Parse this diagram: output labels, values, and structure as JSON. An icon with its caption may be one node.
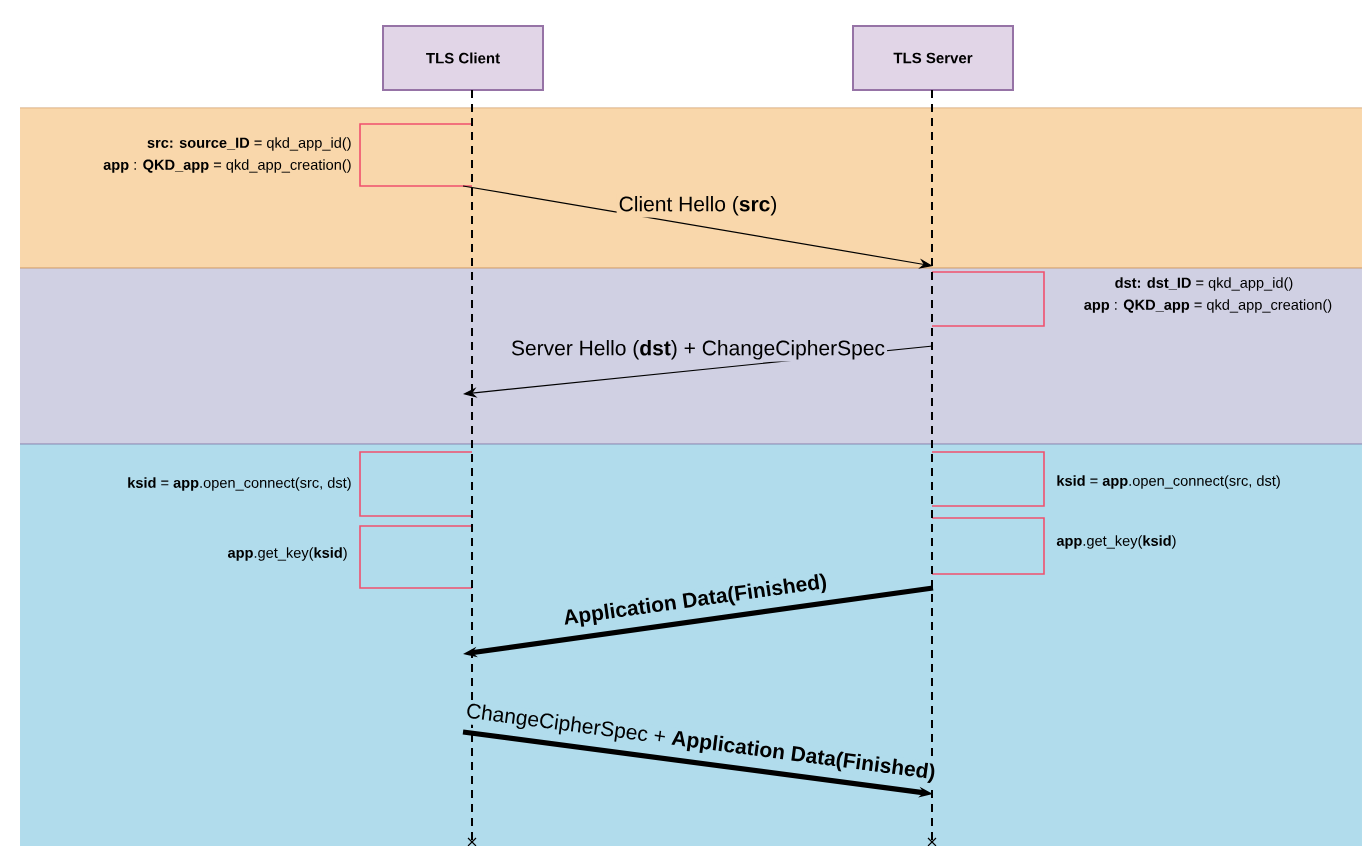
{
  "diagram": {
    "nodes": [
      {
        "text": [
          "TLS Client"
        ]
      },
      {
        "text": [
          "TLS Server"
        ]
      }
    ],
    "edges": [
      {
        "from": 0,
        "to": 1,
        "arrow": "to",
        "label": "Client Hello (**src**)"
      },
      {
        "from": 1,
        "to": 0,
        "arrow": "to",
        "label": "Server Hello (**dst**) + ChangeCipherSpec"
      },
      {
        "from": 1,
        "to": 0,
        "arrow": "to",
        "label": "Application Data(Finished)",
        "style": "thick"
      },
      {
        "from": 0,
        "to": 1,
        "arrow": "to",
        "label": "ChangeCipherSpec + **Application Data(Finished)**",
        "style": "thick"
      }
    ],
    "labels": [
      "**src: source_ID** = qkd_app_id()",
      "**app** : **QKD_app** = qkd_app_creation()",
      "**dst: dst_ID** = qkd_app_id()",
      "**app** : **QKD_app** = qkd_app_creation()",
      "**ksid** = **app**.open_connect(src, dst)",
      "**ksid** = **app**.open_connect(src, dst)",
      "**app**.get_key(**ksid**)",
      "**app**.get_key(**ksid**)"
    ]
  }
}
